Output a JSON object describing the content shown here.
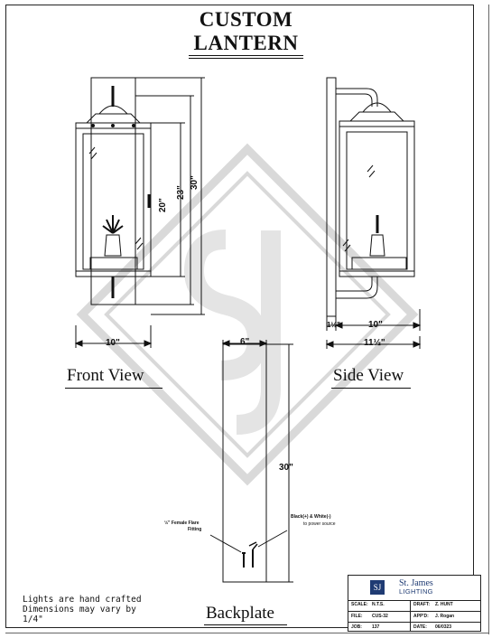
{
  "title": {
    "line1": "CUSTOM",
    "line2": "LANTERN"
  },
  "views": {
    "front": "Front View",
    "side": "Side View",
    "backplate": "Backplate"
  },
  "dimensions": {
    "front_height_30": "30\"",
    "front_height_23": "23\"",
    "front_height_20": "20\"",
    "front_width": "10\"",
    "side_offset": "1½\"",
    "side_width": "10\"",
    "side_total": "11½\"",
    "backplate_width": "6\"",
    "backplate_height": "30\""
  },
  "notes": {
    "flare_line1": "½\" Female Flare",
    "flare_line2": "Fitting",
    "wire_line1": "Black(+) & White(-)",
    "wire_line2": "to power source"
  },
  "footnote": {
    "line1": "Lights are hand crafted",
    "line2": "Dimensions may vary by",
    "line3": "1/4\""
  },
  "title_block": {
    "logo": "SJ",
    "company": "St. James",
    "company_sub": "LIGHTING",
    "scale_label": "SCALE:",
    "scale_value": "N.T.S.",
    "draft_label": "DRAFT:",
    "draft_value": "Z. HUNT",
    "file_label": "FILE:",
    "file_value": "CUS-32",
    "appd_label": "APP'D:",
    "appd_value": "J. Rogan",
    "job_label": "JOB:",
    "job_value": "137",
    "date_label": "DATE:",
    "date_value": "06/0323"
  }
}
